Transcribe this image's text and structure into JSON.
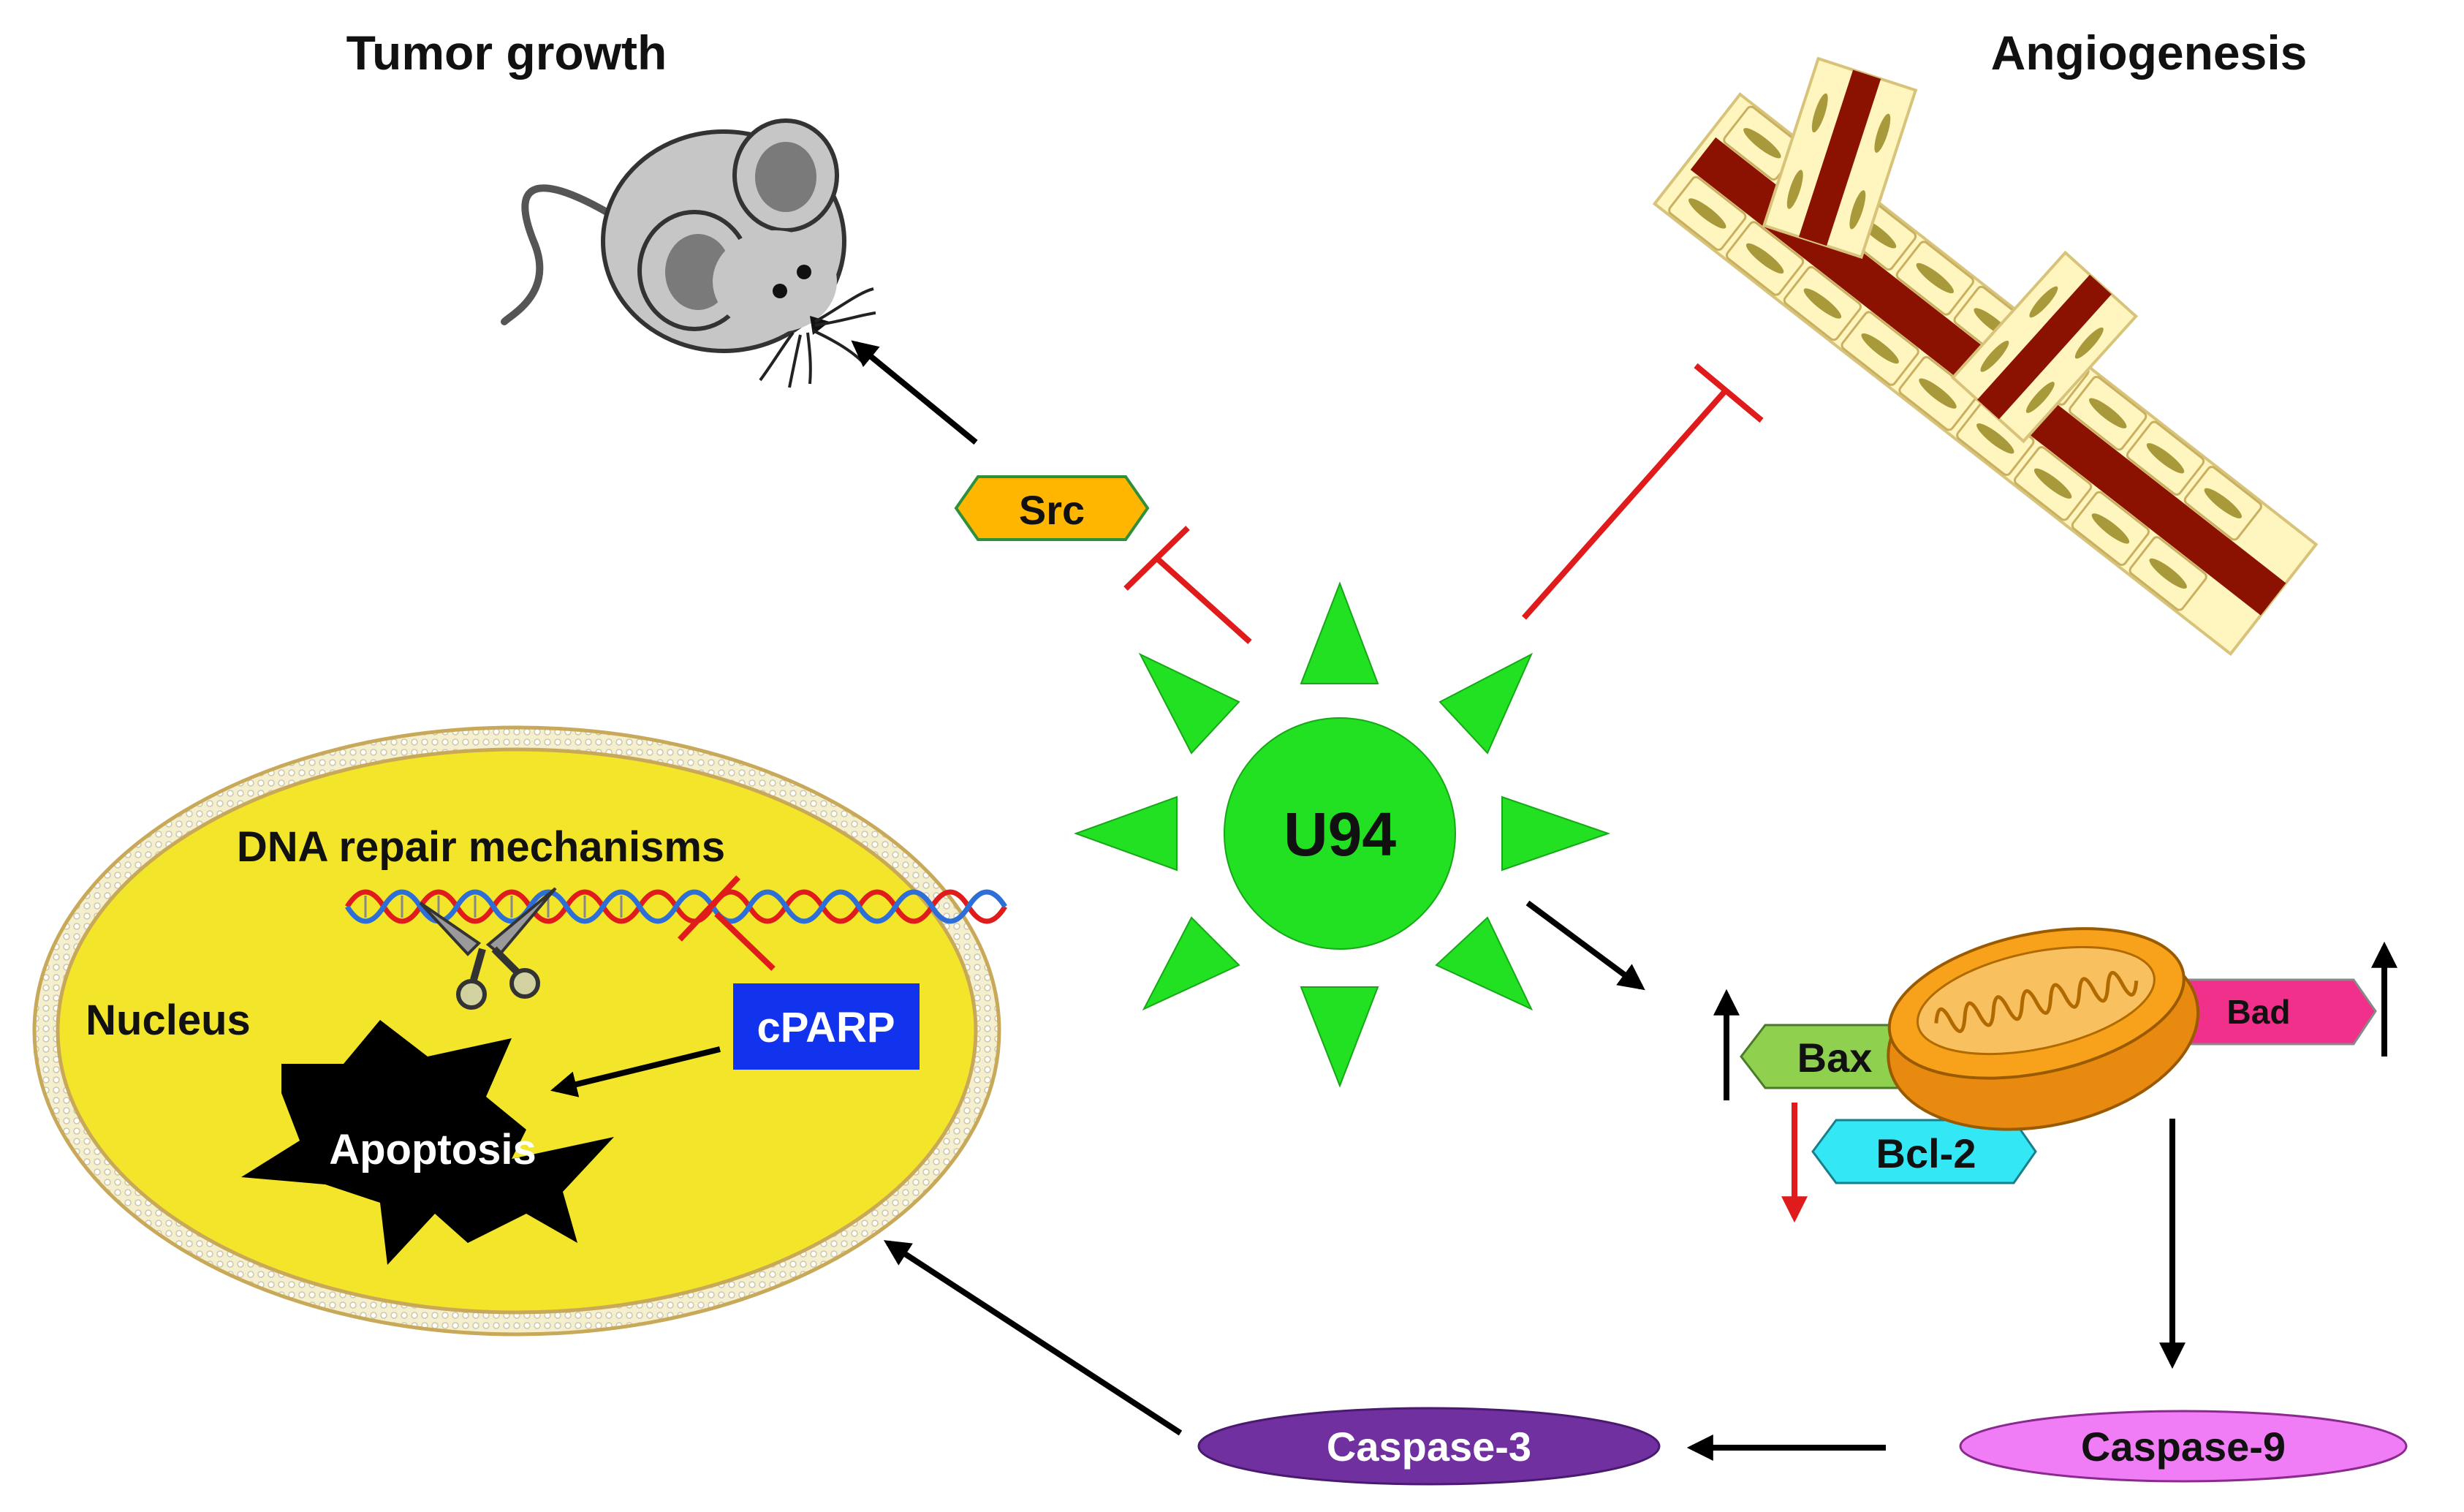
{
  "labels": {
    "tumor_growth": "Tumor growth",
    "angiogenesis": "Angiogenesis",
    "src": "Src",
    "center": "U94",
    "dna_repair": "DNA repair mechanisms",
    "nucleus": "Nucleus",
    "cparp": "cPARP",
    "apoptosis": "Apoptosis",
    "bax": "Bax",
    "bcl2": "Bcl-2",
    "bad": "Bad",
    "caspase3": "Caspase-3",
    "caspase9": "Caspase-9"
  },
  "colors": {
    "sun_fill": "#22e022",
    "sun_stroke": "#17a817",
    "src_fill": "#ffb600",
    "bax_fill": "#8fd14f",
    "bcl2_fill": "#33e7f5",
    "bad_fill": "#f0308a",
    "cparp_fill": "#1133ee",
    "caspase3_fill": "#7030a0",
    "caspase9_fill": "#f07df5",
    "nucleus_fill": "#f2e52a",
    "inhibit": "#e01b1b",
    "activate": "#000000",
    "vessel": "#8b1200",
    "vessel_cell": "#fff5bf",
    "mito": "#f7a21a"
  }
}
